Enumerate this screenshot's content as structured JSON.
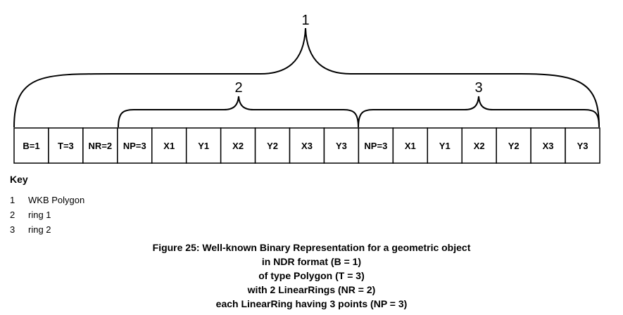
{
  "diagram": {
    "brace_labels": {
      "polygon": "1",
      "ring1": "2",
      "ring2": "3"
    },
    "cells": [
      "B=1",
      "T=3",
      "NR=2",
      "NP=3",
      "X1",
      "Y1",
      "X2",
      "Y2",
      "X3",
      "Y3",
      "NP=3",
      "X1",
      "Y1",
      "X2",
      "Y2",
      "X3",
      "Y3"
    ]
  },
  "key": {
    "title": "Key",
    "items": [
      {
        "num": "1",
        "label": "WKB Polygon"
      },
      {
        "num": "2",
        "label": "ring 1"
      },
      {
        "num": "3",
        "label": "ring 2"
      }
    ]
  },
  "caption": {
    "lines": [
      "Figure 25: Well-known Binary Representation for a geometric object",
      "in NDR format (B = 1)",
      "of type Polygon (T = 3)",
      "with 2 LinearRings (NR = 2)",
      "each LinearRing having 3 points (NP = 3)"
    ]
  }
}
